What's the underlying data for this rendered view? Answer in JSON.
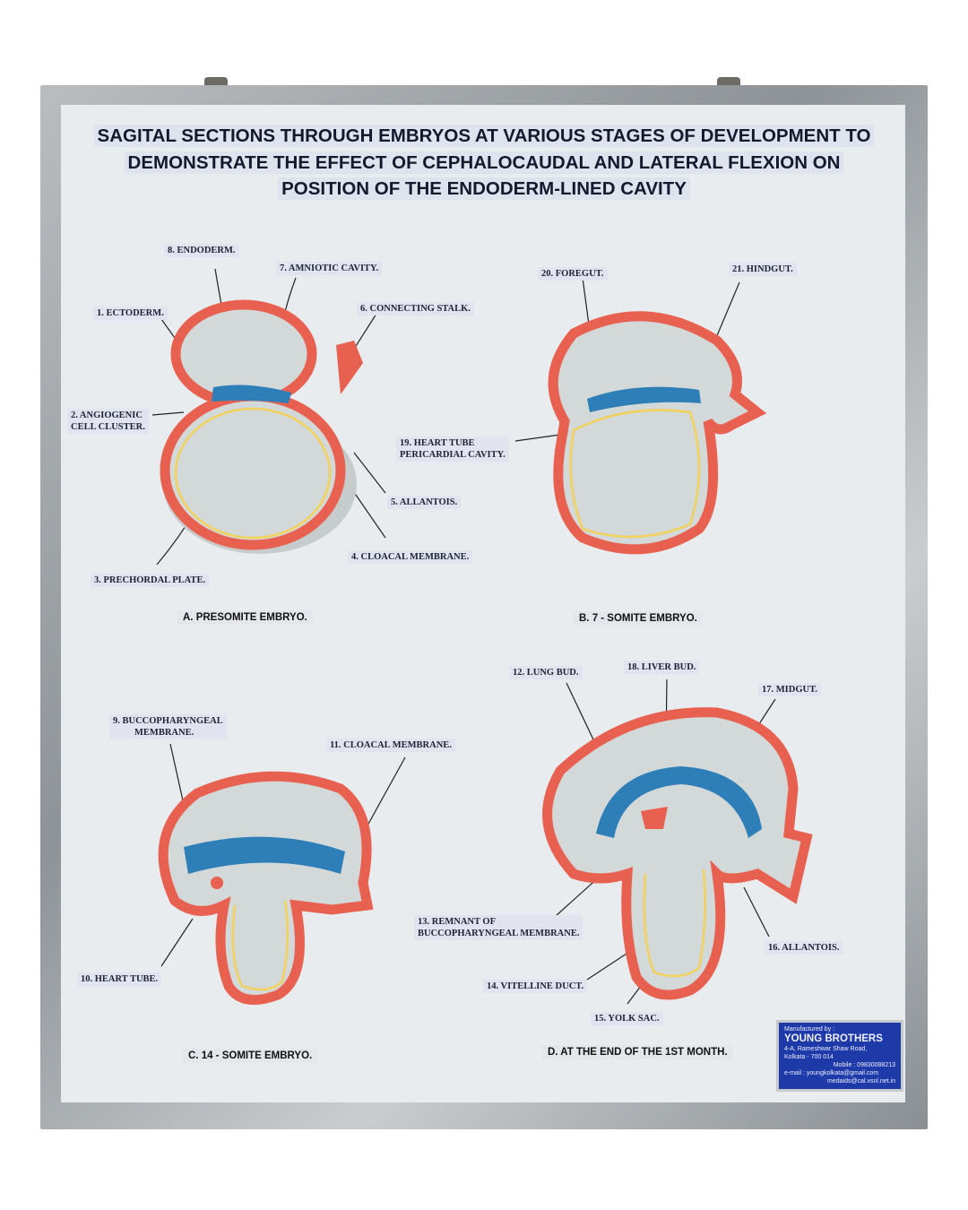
{
  "title": {
    "lines": [
      "SAGITAL SECTIONS THROUGH EMBRYOS AT  VARIOUS STAGES OF DEVELOPMENT TO",
      "DEMONSTRATE THE EFFECT OF  CEPHALOCAUDAL AND LATERAL FLEXION ON",
      "POSITION OF THE ENDODERM-LINED CAVITY"
    ]
  },
  "panels": {
    "a": {
      "caption": "A.  PRESOMITE EMBRYO.",
      "labels": [
        "8.  ENDODERM.",
        "7.  AMNIOTIC CAVITY.",
        "1.  ECTODERM.",
        "6.  CONNECTING STALK.",
        "2.  ANGIOGENIC",
        "CELL CLUSTER.",
        "5.  ALLANTOIS.",
        "4.  CLOACAL MEMBRANE.",
        "3.  PRECHORDAL PLATE."
      ]
    },
    "b": {
      "caption": "B.  7 - SOMITE EMBRYO.",
      "labels": [
        "20.  FOREGUT.",
        "21.  HINDGUT.",
        "19.  HEART TUBE",
        "PERICARDIAL CAVITY."
      ]
    },
    "c": {
      "caption": "C.  14 - SOMITE EMBRYO.",
      "labels": [
        "9.  BUCCOPHARYNGEAL",
        "MEMBRANE.",
        "11.  CLOACAL MEMBRANE.",
        "10.  HEART TUBE."
      ]
    },
    "d": {
      "caption": "D.  AT THE END OF THE 1ST MONTH.",
      "labels": [
        "12.  LUNG BUD.",
        "18.  LIVER BUD.",
        "17.  MIDGUT.",
        "13.  REMNANT OF",
        "BUCCOPHARYNGEAL MEMBRANE.",
        "16.  ALLANTOIS.",
        "14.  VITELLINE DUCT.",
        "15.  YOLK SAC."
      ]
    }
  },
  "plate": {
    "heading": "Manufactured by :",
    "brand": "YOUNG BROTHERS",
    "address1": "4-A, Rameshwar Shaw Road,",
    "address2": "Kolkata - 700 014",
    "mobile": "Mobile : 09830088213",
    "email1": "e-mail : youngkolkata@gmail.com",
    "email2": "medaids@cal.vsnl.net.in"
  },
  "colors": {
    "ectoderm": "#e8604f",
    "endoderm_band": "#2e7fb8",
    "cavity": "#d3d8d9",
    "endoderm_line": "#f2d25a",
    "board": "#e8ecee",
    "frame": "#a4a9ad",
    "plate": "#1d3aa8"
  }
}
